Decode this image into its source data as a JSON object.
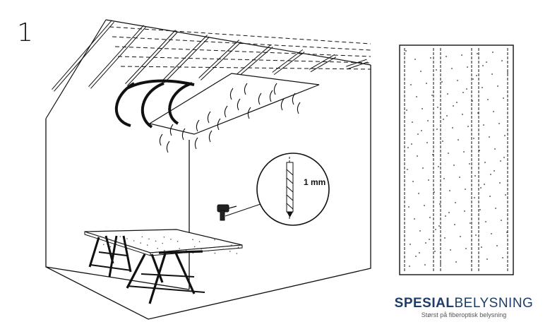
{
  "step_number": "1",
  "callout_label": "1 mm",
  "brand": {
    "name_part1": "SPESIAL",
    "name_part2": "BELYSNING",
    "tagline": "Størst på fiberoptisk belysning",
    "color": "#1e3d6b"
  },
  "icons": [
    "ceiling-battens",
    "fiber-bundles",
    "sawhorse-table",
    "drill",
    "drill-bit-magnifier",
    "ceiling-panel-with-holes"
  ]
}
